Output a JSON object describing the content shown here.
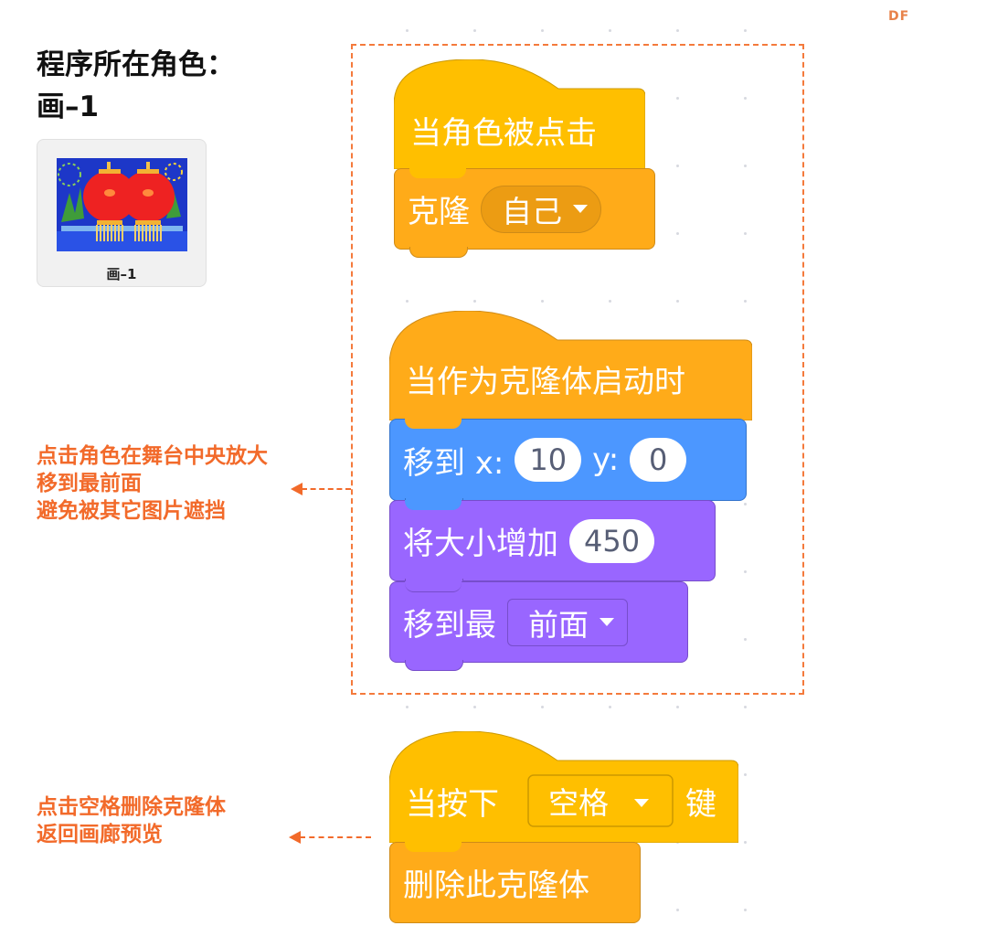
{
  "watermark": "DF",
  "sprite_panel": {
    "title_line1": "程序所在角色：",
    "title_line2": "画–1",
    "sprite_name": "画–1"
  },
  "annotations": {
    "note1": [
      "点击角色在舞台中央放大",
      "移到最前面",
      "避免被其它图片遮挡"
    ],
    "note2": [
      "点击空格删除克隆体",
      "返回画廊预览"
    ]
  },
  "colors": {
    "events": "#ffbf00",
    "control": "#ffab19",
    "motion": "#4c97ff",
    "looks": "#9966ff",
    "annotation": "#f26a2a"
  },
  "scripts": {
    "script1": {
      "hat": "当角色被点击",
      "clone": {
        "label": "克隆",
        "option": "自己"
      }
    },
    "script2": {
      "hat": "当作为克隆体启动时",
      "goto": {
        "label": "移到 x:",
        "x": "10",
        "ylabel": "y:",
        "y": "0"
      },
      "size": {
        "label": "将大小增加",
        "value": "450"
      },
      "layer": {
        "label": "移到最",
        "option": "前面"
      }
    },
    "script3": {
      "hat": {
        "label": "当按下",
        "option": "空格",
        "suffix": "键"
      },
      "delete": "删除此克隆体"
    }
  }
}
